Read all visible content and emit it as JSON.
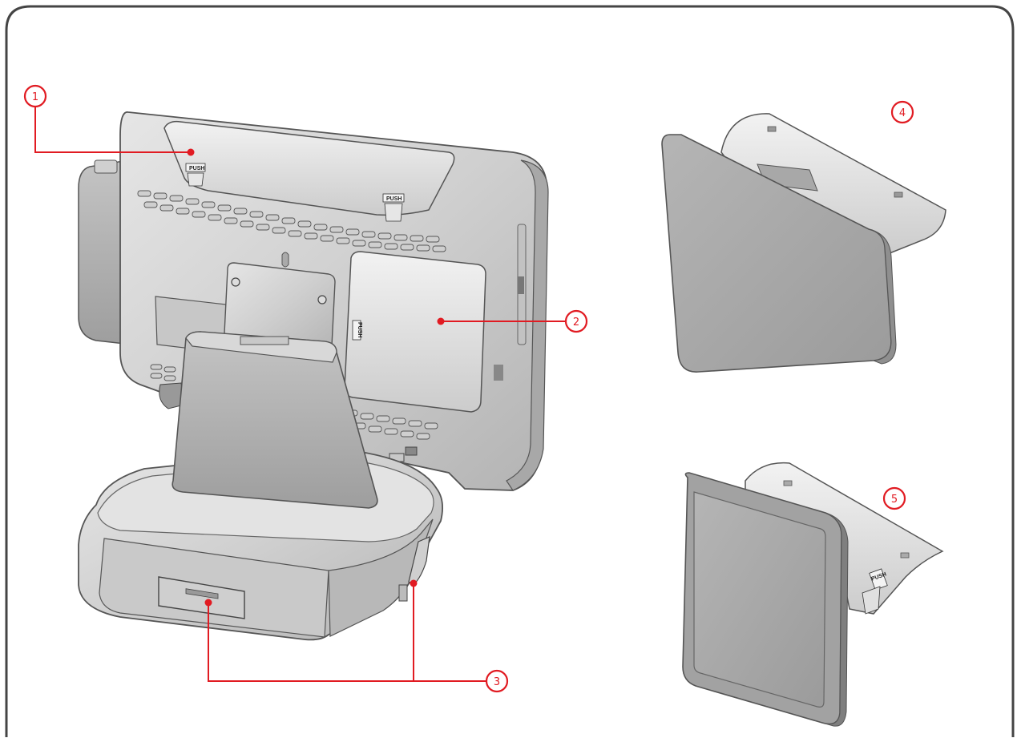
{
  "callouts": [
    {
      "id": "1",
      "label": "1"
    },
    {
      "id": "2",
      "label": "2"
    },
    {
      "id": "3",
      "label": "3"
    },
    {
      "id": "4",
      "label": "4"
    },
    {
      "id": "5",
      "label": "5"
    }
  ],
  "push_labels": [
    "PUSH",
    "PUSH",
    "PUSH",
    "PUSH"
  ],
  "colors": {
    "callout": "#e11b22",
    "frame": "#444444",
    "body_light": "#d6d6d6",
    "body_mid": "#bdbdbd",
    "body_dark": "#9a9a9a",
    "outline": "#555555"
  }
}
